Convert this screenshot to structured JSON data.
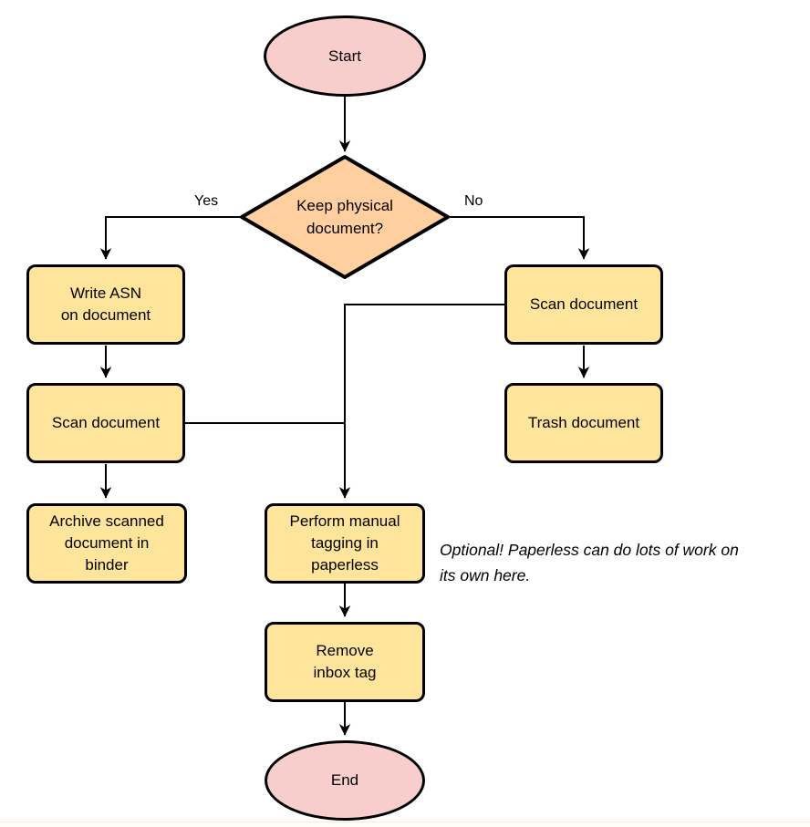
{
  "flowchart": {
    "nodes": {
      "start": {
        "type": "terminator",
        "label": "Start"
      },
      "decision": {
        "type": "decision",
        "label": "Keep physical\ndocument?"
      },
      "write_asn": {
        "type": "process",
        "label": "Write ASN\non document"
      },
      "scan_left": {
        "type": "process",
        "label": "Scan document"
      },
      "archive": {
        "type": "process",
        "label": "Archive scanned\ndocument in\nbinder"
      },
      "scan_right": {
        "type": "process",
        "label": "Scan document"
      },
      "trash": {
        "type": "process",
        "label": "Trash document"
      },
      "tagging": {
        "type": "process",
        "label": "Perform manual\ntagging in\npaperless"
      },
      "remove_inbox": {
        "type": "process",
        "label": "Remove\ninbox tag"
      },
      "end": {
        "type": "terminator",
        "label": "End"
      }
    },
    "edge_labels": {
      "yes": "Yes",
      "no": "No"
    },
    "edges": [
      {
        "from": "start",
        "to": "decision"
      },
      {
        "from": "decision",
        "to": "write_asn",
        "label": "Yes"
      },
      {
        "from": "decision",
        "to": "scan_right",
        "label": "No"
      },
      {
        "from": "write_asn",
        "to": "scan_left"
      },
      {
        "from": "scan_left",
        "to": "archive"
      },
      {
        "from": "scan_right",
        "to": "trash"
      },
      {
        "from": "scan_right",
        "to": "tagging"
      },
      {
        "from": "scan_left",
        "to": "tagging"
      },
      {
        "from": "tagging",
        "to": "remove_inbox"
      },
      {
        "from": "remove_inbox",
        "to": "end"
      }
    ],
    "annotation": "Optional! Paperless can do lots of work on\nits own here.",
    "colors": {
      "terminator_fill": "#f8cecc",
      "process_fill": "#ffe59c",
      "decision_fill": "#ffcf9f",
      "stroke": "#000000",
      "page_bg": "#ffffff"
    }
  }
}
